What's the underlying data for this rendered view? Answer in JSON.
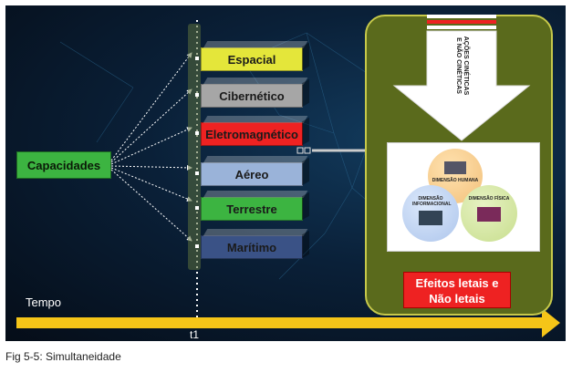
{
  "capabilities_label": "Capacidades",
  "domains": [
    {
      "label": "Espacial",
      "color": "#e4e63a",
      "text_color": "#1a1a1a"
    },
    {
      "label": "Cibernético",
      "color": "#a6a6a6",
      "text_color": "#1a1a1a"
    },
    {
      "label": "Eletromagnético",
      "color": "#ee2222",
      "text_color": "#1a1a1a"
    },
    {
      "label": "Aéreo",
      "color": "#9ab3d9",
      "text_color": "#1a1a1a"
    },
    {
      "label": "Terrestre",
      "color": "#3cb441",
      "text_color": "#1a1a1a"
    },
    {
      "label": "Marítimo",
      "color": "#3a5286",
      "text_color": "#1a1a1a"
    }
  ],
  "actions_label": "AÇÕES CINÉTICAS E NÃO CINÉTICAS",
  "dimensions": [
    {
      "label": "DIMENSÃO HUMANA",
      "color": "#f2c07a"
    },
    {
      "label": "DIMENSÃO INFORMACIONAL",
      "color": "#aec6ec"
    },
    {
      "label": "DIMENSÃO FÍSICA",
      "color": "#c8de8e"
    }
  ],
  "effects_label": "Efeitos letais e Não letais",
  "time_label": "Tempo",
  "t1_label": "t1",
  "caption": "Fig 5-5: Simultaneidade",
  "colors": {
    "arrow": "#f5c518",
    "panel": "#5a6a1c",
    "background": "#0a2038"
  }
}
